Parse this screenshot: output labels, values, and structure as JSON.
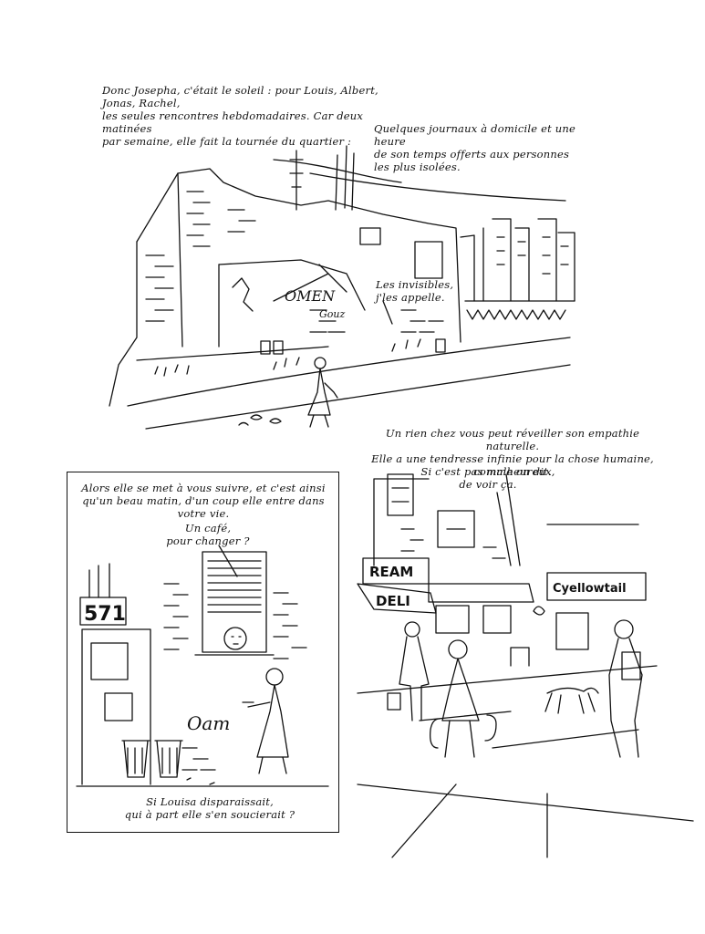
{
  "panel1": {
    "caption_left": "Donc Josepha, c'était le soleil : pour Louis, Albert, Jonas, Rachel,\nles seules rencontres hebdomadaires. Car deux matinées\npar semaine, elle fait la tournée du quartier :",
    "caption_right": "Quelques journaux à domicile et une heure\nde son temps offerts aux personnes\nles plus isolées.",
    "speech": "Les invisibles,\nj'les appelle.",
    "graffiti": "OMEN",
    "graffiti2": "Gouz"
  },
  "panel2": {
    "caption_top": "Alors elle se met à vous suivre, et c'est ainsi\nqu'un beau matin, d'un coup elle entre dans votre vie.",
    "speech": "Un café,\npour changer ?",
    "door_number": "571",
    "graffiti": "Oam",
    "caption_bottom": "Si Louisa disparaissait,\nqui à part elle s'en soucierait ?"
  },
  "panel3": {
    "caption_top": "Un rien chez vous peut réveiller son empathie naturelle.\nElle a une tendresse infinie pour la chose humaine, comme on dit.",
    "speech": "Si c'est pas malheureux,\nde voir ça.",
    "sign_cream": "REAM",
    "sign_deli": "DELI",
    "sign_yellowtail": "Cyellowtail"
  }
}
